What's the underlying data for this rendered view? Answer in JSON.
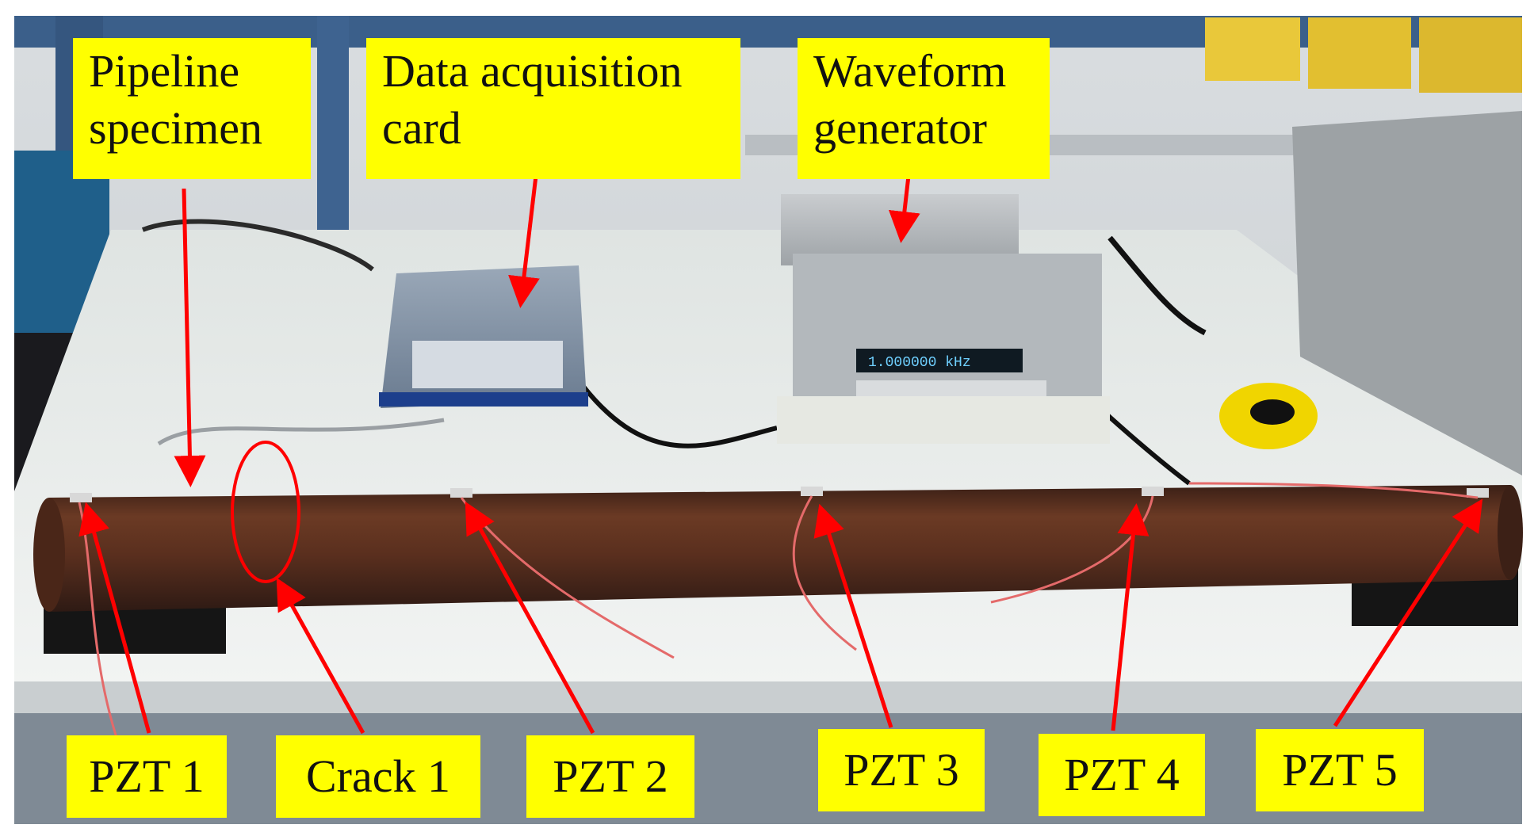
{
  "labels": {
    "pipeline": [
      "Pipeline",
      "specimen"
    ],
    "daq": [
      "Data acquisition",
      "card"
    ],
    "waveform": [
      "Waveform",
      "generator"
    ],
    "pzt1": "PZT 1",
    "crack1": "Crack 1",
    "pzt2": "PZT 2",
    "pzt3": "PZT 3",
    "pzt4": "PZT 4",
    "pzt5": "PZT 5"
  },
  "display": {
    "readout": "1.000000 kHz"
  },
  "colors": {
    "label_bg": "#ffff00",
    "arrow": "#ff0000",
    "pipe": "#5a2a1a",
    "bench": "#e8ece9"
  }
}
